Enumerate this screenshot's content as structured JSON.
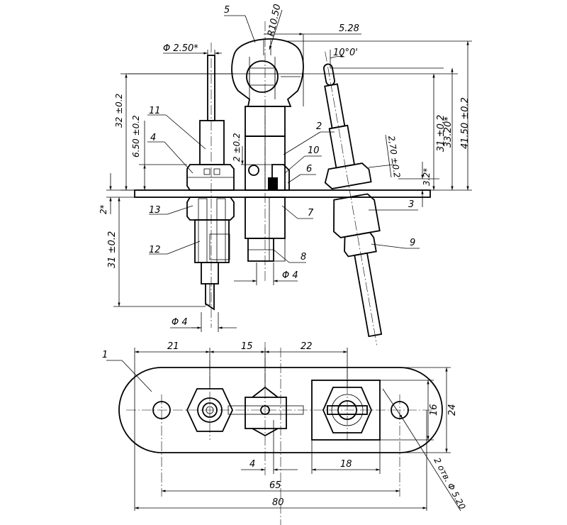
{
  "dimensions": {
    "d_2_50": "Φ 2.50*",
    "r_10_50": "R10.50",
    "d_5_28": "5.28",
    "angle_10": "10°0'",
    "d_32": "32 ±0.2",
    "d_6_50": "6.50 ±0.2",
    "d_2_top": "2 ±0.2",
    "d_2_70": "2,70 ±0.2",
    "d_3_2": "3.2*",
    "d_31_right": "31 ±0.2",
    "d_33_20": "33.20*",
    "d_41_50": "41.50 ±0.2",
    "d_2_left": "2*",
    "d_31_left": "31 ±0.2",
    "d_phi4_mid": "Φ 4",
    "d_phi4_low": "Φ 4",
    "d_21": "21",
    "d_15": "15",
    "d_22": "22",
    "d_16": "16",
    "d_24": "24",
    "d_4": "4",
    "d_18": "18",
    "d_65": "65",
    "d_80": "80",
    "holes": "2 отв. Φ 5.20"
  },
  "callouts": {
    "c1": "1",
    "c2": "2",
    "c3": "3",
    "c4": "4",
    "c5": "5",
    "c6": "6",
    "c7": "7",
    "c8": "8",
    "c9": "9",
    "c10": "10",
    "c11": "11",
    "c12": "12",
    "c13": "13"
  }
}
